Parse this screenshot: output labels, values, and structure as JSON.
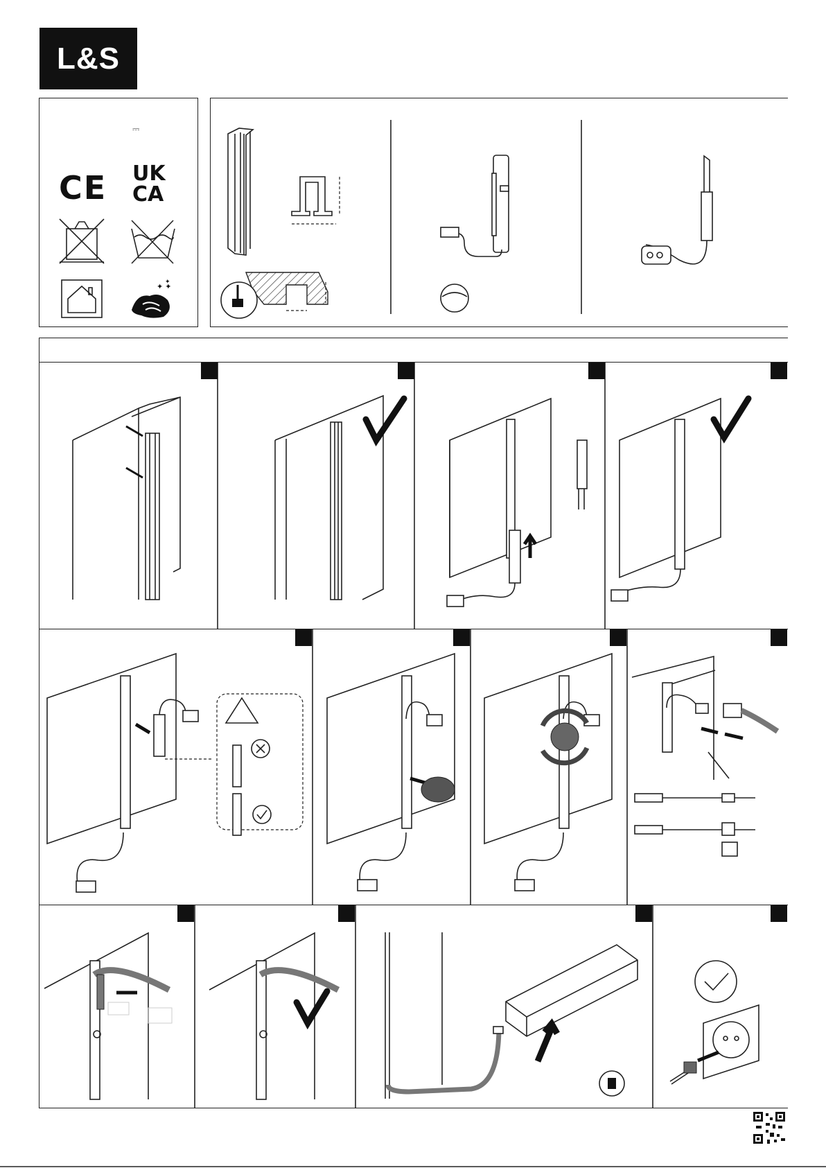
{
  "brand": {
    "logo_text": "L&S"
  },
  "symbols": {
    "dc_symbol": "⎓",
    "ce_mark": "CE",
    "ukca_line1": "UK",
    "ukca_line2": "CA"
  },
  "icons": [
    "weee-crossed-bin-icon",
    "no-wash-icon",
    "indoor-use-icon",
    "dry-cloth-icon",
    "ce-mark-icon",
    "ukca-mark-icon",
    "qr-code-icon",
    "installer-icon",
    "warning-triangle-icon",
    "check-circle-icon",
    "cross-circle-icon"
  ],
  "colors": {
    "ink": "#111111",
    "badge": "#111111",
    "panel": "#ffffff"
  }
}
